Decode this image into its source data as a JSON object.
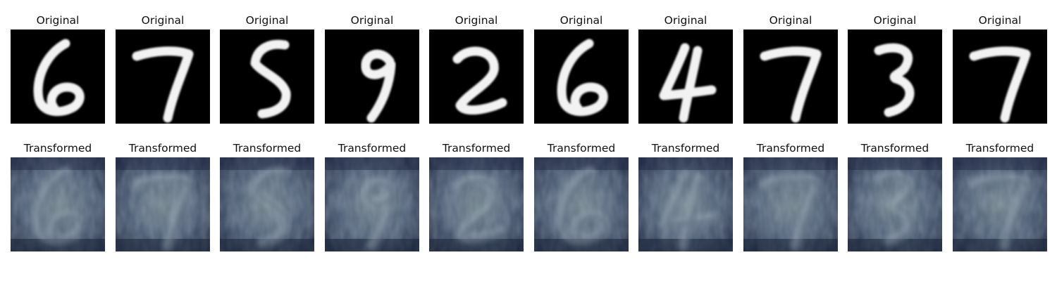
{
  "rows": [
    {
      "label": "Original",
      "style": "mnist-original",
      "digits": [
        "6",
        "7",
        "5",
        "9",
        "2",
        "6",
        "4",
        "7",
        "3",
        "7"
      ]
    },
    {
      "label": "Transformed",
      "style": "svhn-like-transformed",
      "digits": [
        "6",
        "7",
        "5",
        "9",
        "2",
        "6",
        "4",
        "7",
        "3",
        "7"
      ]
    }
  ],
  "colors": {
    "original_bg": "#000000",
    "original_stroke": "#f2f2f2",
    "transformed_bg": "#2a3550",
    "transformed_tint": "#6a7f8e"
  }
}
